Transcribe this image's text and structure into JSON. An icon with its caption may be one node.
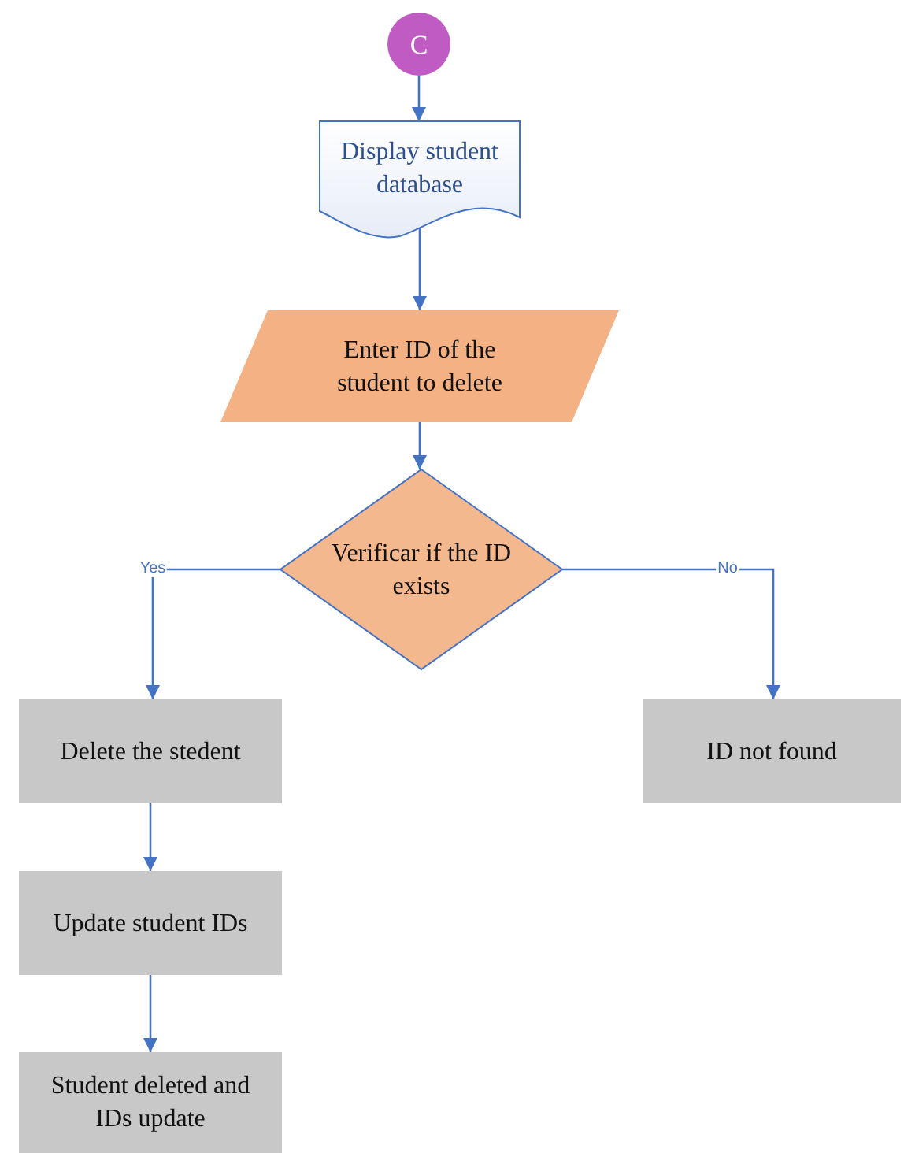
{
  "diagram": {
    "nodes": [
      {
        "text": [
          "C"
        ]
      },
      {
        "text": [
          "Display student database"
        ]
      },
      {
        "text": [
          "Enter ID of the student to delete"
        ]
      },
      {
        "text": [
          "Verificar if the ID exists"
        ]
      },
      {
        "text": [
          "Delete the stedent"
        ]
      },
      {
        "text": [
          "ID not found"
        ]
      },
      {
        "text": [
          "Update student IDs"
        ]
      },
      {
        "text": [
          "Student deleted and IDs update"
        ]
      }
    ],
    "edges": [
      {
        "from": 0,
        "to": 1,
        "arrow": "to"
      },
      {
        "from": 1,
        "to": 2,
        "arrow": "to"
      },
      {
        "from": 2,
        "to": 3,
        "arrow": "to"
      },
      {
        "from": 3,
        "to": 4,
        "arrow": "to",
        "label": "Yes"
      },
      {
        "from": 3,
        "to": 5,
        "arrow": "to",
        "label": "No"
      },
      {
        "from": 4,
        "to": 6,
        "arrow": "to"
      },
      {
        "from": 6,
        "to": 7,
        "arrow": "to"
      }
    ]
  }
}
